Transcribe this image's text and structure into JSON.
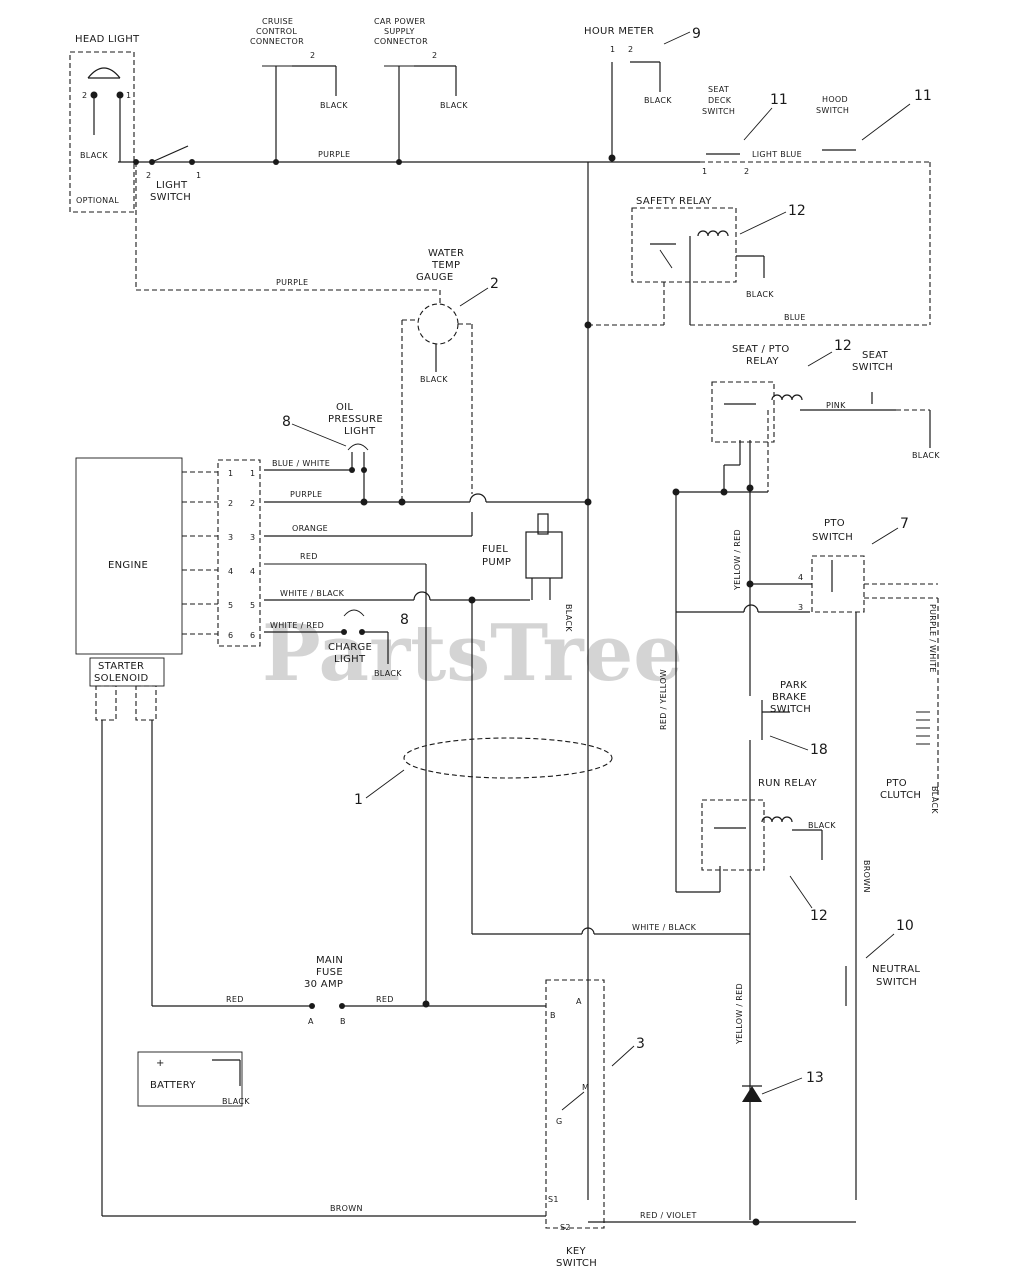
{
  "watermark": "PartsTree",
  "components": {
    "head_light": "HEAD LIGHT",
    "optional": "OPTIONAL",
    "light_switch_1": "LIGHT",
    "light_switch_2": "SWITCH",
    "cruise_1": "CRUISE",
    "cruise_2": "CONTROL",
    "cruise_3": "CONNECTOR",
    "car_power_1": "CAR POWER",
    "car_power_2": "SUPPLY",
    "car_power_3": "CONNECTOR",
    "hour_meter": "HOUR METER",
    "seat_deck_1": "SEAT",
    "seat_deck_2": "DECK",
    "seat_deck_3": "SWITCH",
    "hood_switch_1": "HOOD",
    "hood_switch_2": "SWITCH",
    "safety_relay": "SAFETY RELAY",
    "water_temp_1": "WATER",
    "water_temp_2": "TEMP",
    "water_temp_3": "GAUGE",
    "seat_pto_relay_1": "SEAT / PTO",
    "seat_pto_relay_2": "RELAY",
    "seat_switch_1": "SEAT",
    "seat_switch_2": "SWITCH",
    "oil_light_1": "OIL",
    "oil_light_2": "PRESSURE",
    "oil_light_3": "LIGHT",
    "engine": "ENGINE",
    "fuel_pump_1": "FUEL",
    "fuel_pump_2": "PUMP",
    "pto_switch_1": "PTO",
    "pto_switch_2": "SWITCH",
    "charge_light_1": "CHARGE",
    "charge_light_2": "LIGHT",
    "starter_solenoid_1": "STARTER",
    "starter_solenoid_2": "SOLENOID",
    "park_brake_1": "PARK",
    "park_brake_2": "BRAKE",
    "park_brake_3": "SWITCH",
    "pto_clutch_1": "PTO",
    "pto_clutch_2": "CLUTCH",
    "run_relay": "RUN RELAY",
    "neutral_switch_1": "NEUTRAL",
    "neutral_switch_2": "SWITCH",
    "main_fuse_1": "MAIN",
    "main_fuse_2": "FUSE",
    "main_fuse_3": "30 AMP",
    "battery": "BATTERY",
    "key_switch_1": "KEY",
    "key_switch_2": "SWITCH"
  },
  "wires": {
    "black": "BLACK",
    "purple": "PURPLE",
    "light_blue": "LIGHT BLUE",
    "blue": "BLUE",
    "pink": "PINK",
    "blue_white": "BLUE / WHITE",
    "orange": "ORANGE",
    "red": "RED",
    "white_black": "WHITE / BLACK",
    "white_red": "WHITE / RED",
    "yellow_red": "YELLOW / RED",
    "red_yellow": "RED / YELLOW",
    "white_black_lower": "WHITE / BLACK",
    "purple_white": "PURPLE / WHITE",
    "brown": "BROWN",
    "red_violet": "RED / VIOLET",
    "brown_v": "BROWN"
  },
  "pins": {
    "one": "1",
    "two": "2",
    "three": "3",
    "four": "4",
    "five": "5",
    "six": "6",
    "a": "A",
    "b": "B",
    "g": "G",
    "m": "M",
    "s1": "S1",
    "s2": "S2",
    "plus": "+"
  },
  "callouts": {
    "c1": "1",
    "c2": "2",
    "c3": "3",
    "c7": "7",
    "c8a": "8",
    "c8b": "8",
    "c9": "9",
    "c10": "10",
    "c11a": "11",
    "c11b": "11",
    "c12a": "12",
    "c12b": "12",
    "c12c": "12",
    "c13": "13",
    "c18": "18"
  }
}
